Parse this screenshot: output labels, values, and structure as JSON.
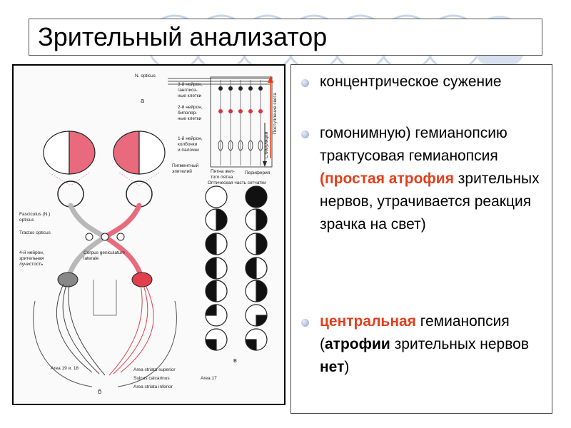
{
  "title": "Зрительный анализатор",
  "figure": {
    "panel_a": "а",
    "panel_b": "б",
    "panel_v": "в",
    "n_opticus": "N. opticus",
    "neuron3": [
      "3-й нейрон,",
      "ганглиоз-",
      "ные клетки"
    ],
    "neuron2": [
      "2-й нейрон,",
      "биполяр-",
      "ные клетки"
    ],
    "neuron1": [
      "1-й нейрон,",
      "колбочки",
      "и палочки"
    ],
    "pigment": [
      "Пигментный",
      "эпителий"
    ],
    "yellow_spot": [
      "Пятна жел-",
      "того пятна"
    ],
    "periphery": "Периферия",
    "optic_part": "Оптическая часть сетчатки",
    "light_in": "Поступление света",
    "stimulation": "Стимуляция",
    "fasciculus": [
      "Fasciculus (N.)",
      "opticus"
    ],
    "tractus": "Tractus opticus",
    "neuron4": [
      "4-й нейрон,",
      "зрительная",
      "лучистость"
    ],
    "corpus": [
      "Corpus geniculatum",
      "laterale"
    ],
    "area19": "Area 19 и. 18",
    "area_sup": "Area striata superior",
    "sulcus": "Sulcus calcarinus",
    "area_inf": "Area striata inferior",
    "area17": "Area 17"
  },
  "items": [
    {
      "parts": [
        {
          "t": "концентрическое сужение",
          "s": ""
        }
      ]
    },
    {
      "parts": [
        {
          "t": " гомонимную) гемианопсию трактусовая гемианопсия ",
          "s": ""
        },
        {
          "t": "(простая атрофия",
          "s": "red"
        },
        {
          "t": " зрительных нервов, утрачивается реакция зрачка на свет)",
          "s": ""
        }
      ]
    },
    {
      "parts": [
        {
          "t": "центральная",
          "s": "red"
        },
        {
          "t": " гемианопсия (",
          "s": ""
        },
        {
          "t": "атрофии",
          "s": "bold"
        },
        {
          "t": " зрительных нервов ",
          "s": ""
        },
        {
          "t": "нет",
          "s": "bold"
        },
        {
          "t": ")",
          "s": ""
        }
      ]
    }
  ]
}
